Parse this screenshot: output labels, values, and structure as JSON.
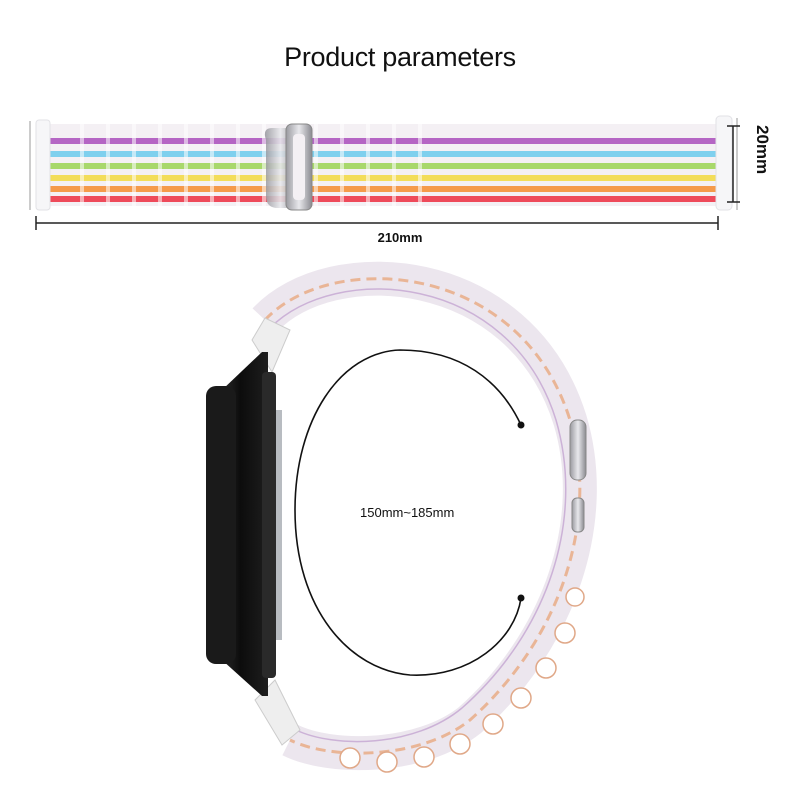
{
  "title": "Product parameters",
  "dimensions": {
    "length_label": "210mm",
    "width_label": "20mm",
    "circumference_label": "150mm~185mm"
  },
  "product": {
    "type": "watch-band",
    "stripe_colors": [
      "#b565c4",
      "#7fd0ee",
      "#a8d86a",
      "#f3dd5a",
      "#f59a4a",
      "#ee4a5a"
    ],
    "band_base_color": "#f4f0f4",
    "buckle_color": "#c4c4c8",
    "watch_case_color": "#151515"
  }
}
